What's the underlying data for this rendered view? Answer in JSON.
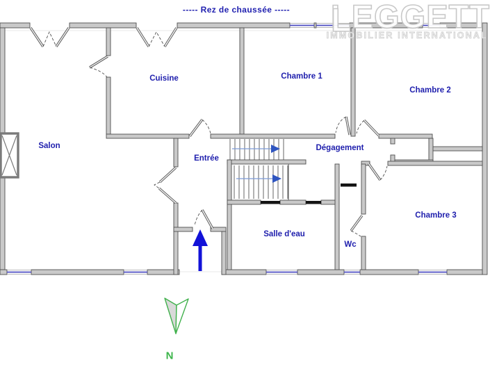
{
  "title": "----- Rez de chaussée -----",
  "logo": {
    "initial": "L",
    "brand": "LEGGETT",
    "tagline": "IMMOBILIER INTERNATIONAL"
  },
  "rooms": [
    {
      "id": "salon",
      "label": "Salon"
    },
    {
      "id": "cuisine",
      "label": "Cuisine"
    },
    {
      "id": "chambre-1",
      "label": "Chambre 1"
    },
    {
      "id": "chambre-2",
      "label": "Chambre 2"
    },
    {
      "id": "entree",
      "label": "Entrée"
    },
    {
      "id": "degagement",
      "label": "Dégagement"
    },
    {
      "id": "chambre-3",
      "label": "Chambre 3"
    },
    {
      "id": "salle-deau",
      "label": "Salle d'eau"
    },
    {
      "id": "wc",
      "label": "Wc"
    }
  ],
  "compass": {
    "label": "N",
    "needle_points": "down"
  },
  "entrance_arrow": {
    "direction": "up"
  },
  "colors": {
    "label_blue": "#1e1ead",
    "title_blue": "#2121b0",
    "wall_fill": "#c9c9c9",
    "wall_stroke": "#4e4e4e",
    "window_blue": "#4a4ac0",
    "arrow_blue": "#1212d8",
    "stair_arrow_blue": "#2f55c0",
    "compass_green": "#3cb54a",
    "logo_gray": "#c6c6c6"
  }
}
